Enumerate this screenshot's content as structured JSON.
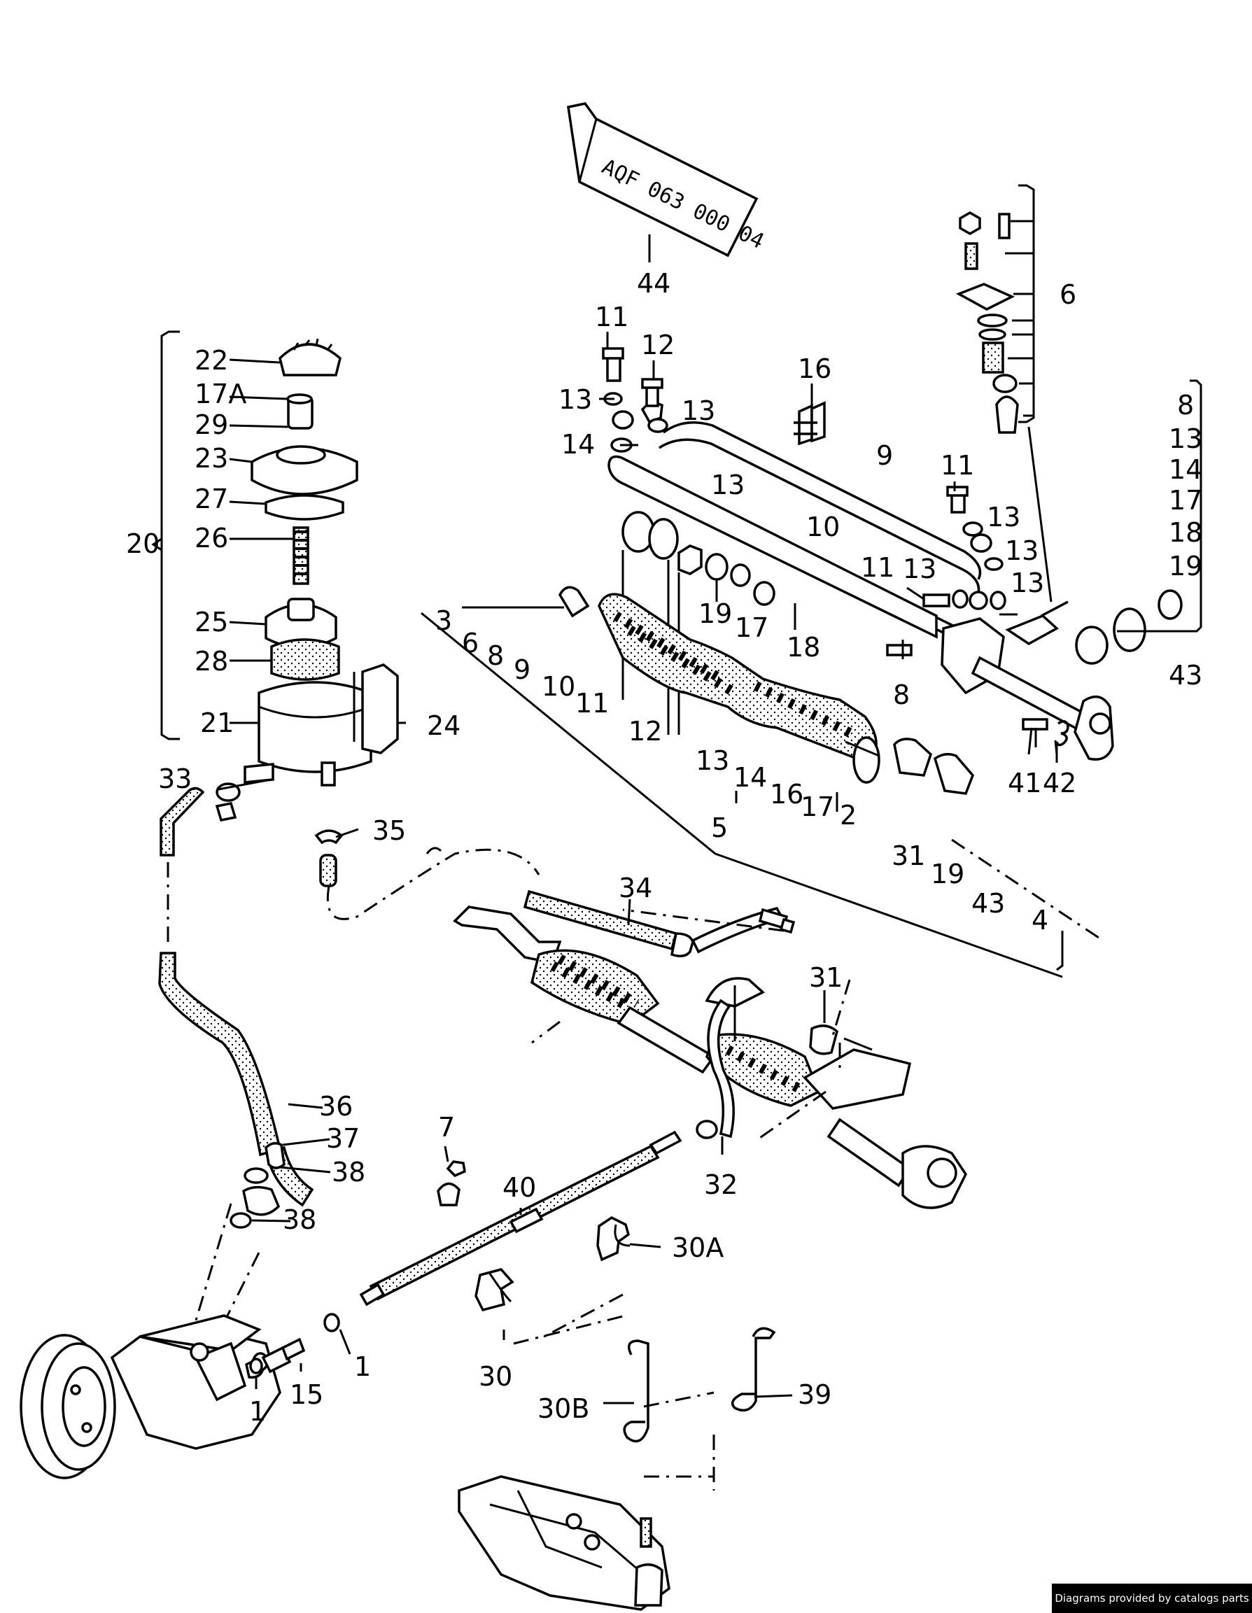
{
  "tube_text": "AQF 063 000 04",
  "credit": "Diagrams provided by catalogs parts",
  "labels": [
    {
      "key": "l44",
      "text": "44"
    },
    {
      "key": "l6",
      "text": "6"
    },
    {
      "key": "l11a",
      "text": "11"
    },
    {
      "key": "l12a",
      "text": "12"
    },
    {
      "key": "l16a",
      "text": "16"
    },
    {
      "key": "l13a",
      "text": "13"
    },
    {
      "key": "l13b",
      "text": "13"
    },
    {
      "key": "l14a",
      "text": "14"
    },
    {
      "key": "l13c",
      "text": "13"
    },
    {
      "key": "l9a",
      "text": "9"
    },
    {
      "key": "l10a",
      "text": "10"
    },
    {
      "key": "l11b",
      "text": "11"
    },
    {
      "key": "l13d",
      "text": "13"
    },
    {
      "key": "l13e",
      "text": "13"
    },
    {
      "key": "l11c",
      "text": "11"
    },
    {
      "key": "l13f",
      "text": "13"
    },
    {
      "key": "l13g",
      "text": "13"
    },
    {
      "key": "l19a",
      "text": "19"
    },
    {
      "key": "l17a",
      "text": "17"
    },
    {
      "key": "l18a",
      "text": "18"
    },
    {
      "key": "l8a",
      "text": "8"
    },
    {
      "key": "r8",
      "text": "8"
    },
    {
      "key": "r13",
      "text": "13"
    },
    {
      "key": "r14",
      "text": "14"
    },
    {
      "key": "r17",
      "text": "17"
    },
    {
      "key": "r18",
      "text": "18"
    },
    {
      "key": "r19",
      "text": "19"
    },
    {
      "key": "l43a",
      "text": "43"
    },
    {
      "key": "l41",
      "text": "41"
    },
    {
      "key": "l42",
      "text": "42"
    },
    {
      "key": "l22",
      "text": "22"
    },
    {
      "key": "l17A",
      "text": "17A"
    },
    {
      "key": "l29",
      "text": "29"
    },
    {
      "key": "l23",
      "text": "23"
    },
    {
      "key": "l27",
      "text": "27"
    },
    {
      "key": "l26",
      "text": "26"
    },
    {
      "key": "l20",
      "text": "20"
    },
    {
      "key": "l25",
      "text": "25"
    },
    {
      "key": "l28",
      "text": "28"
    },
    {
      "key": "l21",
      "text": "21"
    },
    {
      "key": "l24",
      "text": "24"
    },
    {
      "key": "l3",
      "text": "3"
    },
    {
      "key": "s6",
      "text": "6"
    },
    {
      "key": "s8",
      "text": "8"
    },
    {
      "key": "s9",
      "text": "9"
    },
    {
      "key": "s10",
      "text": "10"
    },
    {
      "key": "s11",
      "text": "11"
    },
    {
      "key": "s12",
      "text": "12"
    },
    {
      "key": "s13",
      "text": "13"
    },
    {
      "key": "s14",
      "text": "14"
    },
    {
      "key": "s16",
      "text": "16"
    },
    {
      "key": "s17",
      "text": "17"
    },
    {
      "key": "l2",
      "text": "2"
    },
    {
      "key": "l5",
      "text": "5"
    },
    {
      "key": "l31a",
      "text": "31"
    },
    {
      "key": "s19",
      "text": "19"
    },
    {
      "key": "s43",
      "text": "43"
    },
    {
      "key": "l4",
      "text": "4"
    },
    {
      "key": "l33",
      "text": "33"
    },
    {
      "key": "l35",
      "text": "35"
    },
    {
      "key": "l34",
      "text": "34"
    },
    {
      "key": "l31b",
      "text": "31"
    },
    {
      "key": "l36",
      "text": "36"
    },
    {
      "key": "l37",
      "text": "37"
    },
    {
      "key": "l38a",
      "text": "38"
    },
    {
      "key": "l38b",
      "text": "38"
    },
    {
      "key": "l7",
      "text": "7"
    },
    {
      "key": "l40",
      "text": "40"
    },
    {
      "key": "l32",
      "text": "32"
    },
    {
      "key": "l30A",
      "text": "30A"
    },
    {
      "key": "l1a",
      "text": "1"
    },
    {
      "key": "l1b",
      "text": "1"
    },
    {
      "key": "l15",
      "text": "15"
    },
    {
      "key": "l30",
      "text": "30"
    },
    {
      "key": "l30B",
      "text": "30B"
    },
    {
      "key": "l39",
      "text": "39"
    }
  ]
}
